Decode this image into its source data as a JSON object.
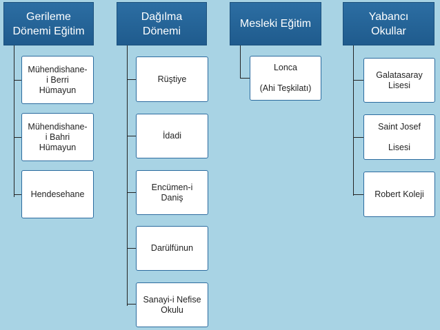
{
  "columns": [
    {
      "title": "Gerileme\nDönemi Eğitim",
      "items": [
        "Mühendishane-\ni Berri\nHümayun",
        "Mühendishane-\ni Bahri\nHümayun",
        "Hendesehane"
      ]
    },
    {
      "title": "Dağılma\nDönemi",
      "items": [
        "Rüştiye",
        "İdadi",
        "Encümen-i\nDaniş",
        "Darülfünun",
        "Sanayi-i Nefise\nOkulu"
      ]
    },
    {
      "title": "Mesleki Eğitim",
      "items": [
        "Lonca\n\n(Ahi Teşkilatı)"
      ]
    },
    {
      "title": "Yabancı\nOkullar",
      "items": [
        "Galatasaray\nLisesi",
        "Saint Josef\n\nLisesi",
        "Robert Koleji"
      ]
    }
  ],
  "colors": {
    "background": "#a8d3e4",
    "header": "#1f5b8d",
    "card_border": "#2a6a9e",
    "connector": "#222222"
  }
}
